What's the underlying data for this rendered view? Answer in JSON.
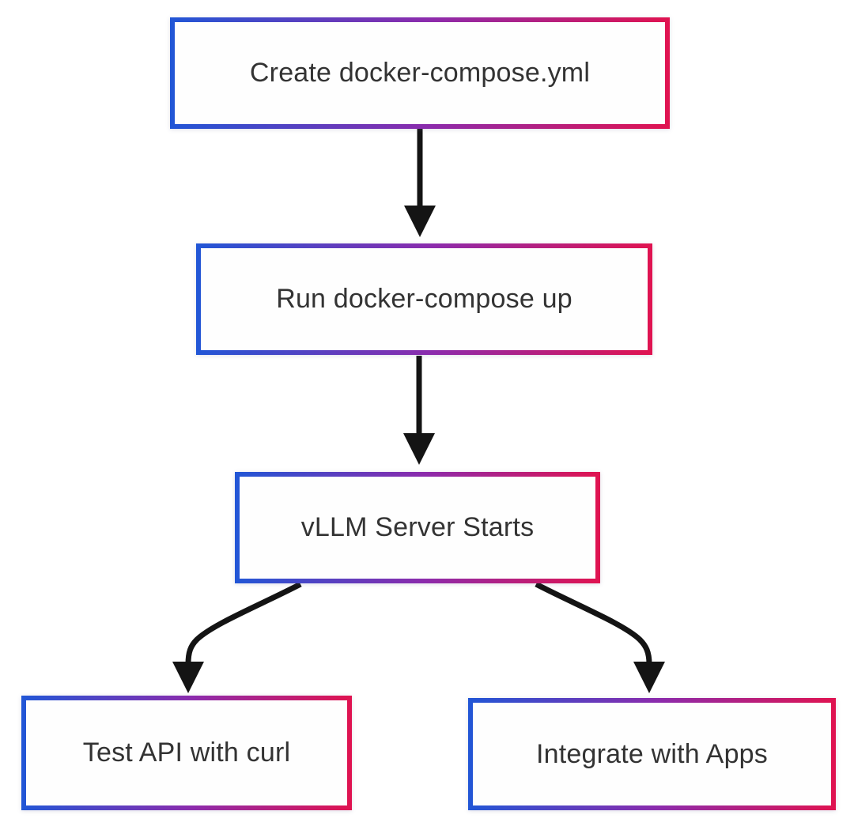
{
  "nodes": [
    {
      "id": "create-compose",
      "label": "Create docker-compose.yml"
    },
    {
      "id": "run-compose",
      "label": "Run docker-compose up"
    },
    {
      "id": "server-starts",
      "label": "vLLM Server Starts"
    },
    {
      "id": "test-api",
      "label": "Test API with curl"
    },
    {
      "id": "integrate",
      "label": "Integrate with Apps"
    }
  ],
  "edges": [
    {
      "from": "create-compose",
      "to": "run-compose"
    },
    {
      "from": "run-compose",
      "to": "server-starts"
    },
    {
      "from": "server-starts",
      "to": "test-api"
    },
    {
      "from": "server-starts",
      "to": "integrate"
    }
  ],
  "colors": {
    "border_gradient_start": "#2156d6",
    "border_gradient_mid": "#8c2bac",
    "border_gradient_end": "#e01350",
    "arrow": "#141414",
    "text": "#333333",
    "node_background": "#fefefe",
    "page_background": "#ffffff"
  }
}
